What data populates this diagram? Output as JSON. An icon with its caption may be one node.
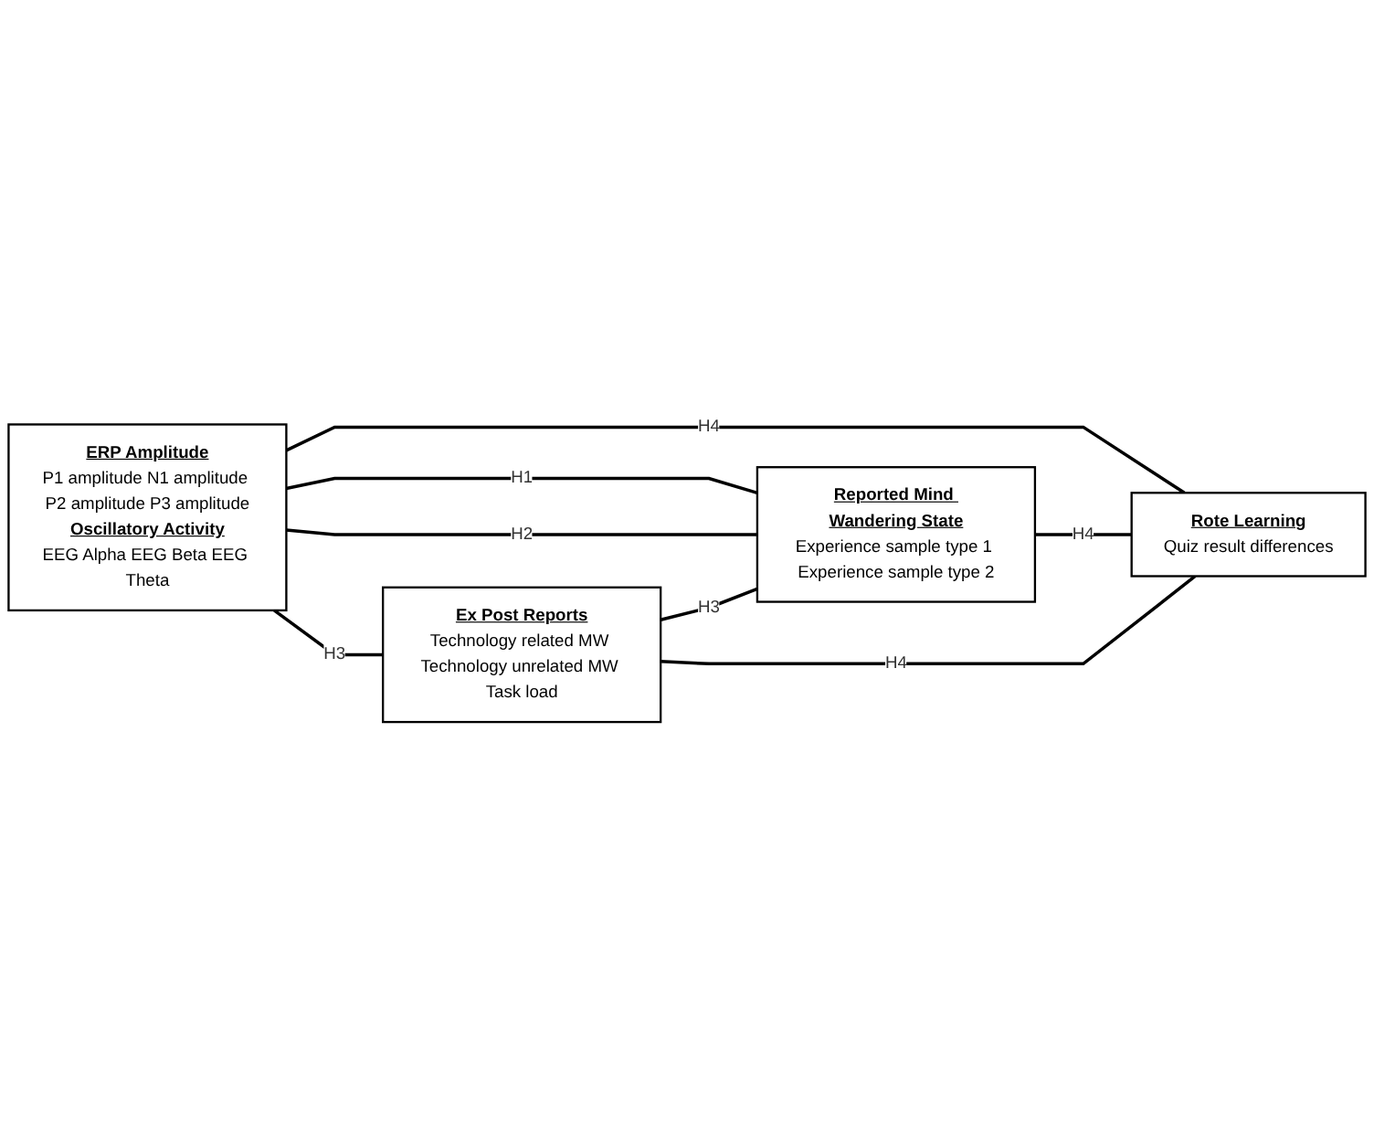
{
  "diagram": {
    "nodes": [
      {
        "text": [
          "ERP Amplitude",
          "P1 amplitude N1 amplitude P2 amplitude P3 amplitude",
          "Oscillatory Activity",
          "EEG Alpha EEG Beta EEG Theta"
        ]
      },
      {
        "text": [
          "Ex Post Reports",
          "Technology related MW Technology unrelated MW Task load"
        ]
      },
      {
        "text": [
          "Reported Mind Wandering State",
          "Experience sample type 1 Experience sample type 2"
        ]
      },
      {
        "text": [
          "Rote Learning",
          "Quiz result differences"
        ]
      }
    ],
    "edges": [
      {
        "from": 0,
        "to": 1,
        "arrow": "none",
        "label": "H3"
      },
      {
        "from": 0,
        "to": 2,
        "arrow": "none",
        "label": "H1"
      },
      {
        "from": 0,
        "to": 2,
        "arrow": "none",
        "label": "H2"
      },
      {
        "from": 0,
        "to": 3,
        "arrow": "none",
        "label": "H4"
      },
      {
        "from": 1,
        "to": 2,
        "arrow": "none",
        "label": "H3"
      },
      {
        "from": 2,
        "to": 3,
        "arrow": "none",
        "label": "H4"
      },
      {
        "from": 1,
        "to": 3,
        "arrow": "none",
        "label": "H4"
      }
    ]
  }
}
